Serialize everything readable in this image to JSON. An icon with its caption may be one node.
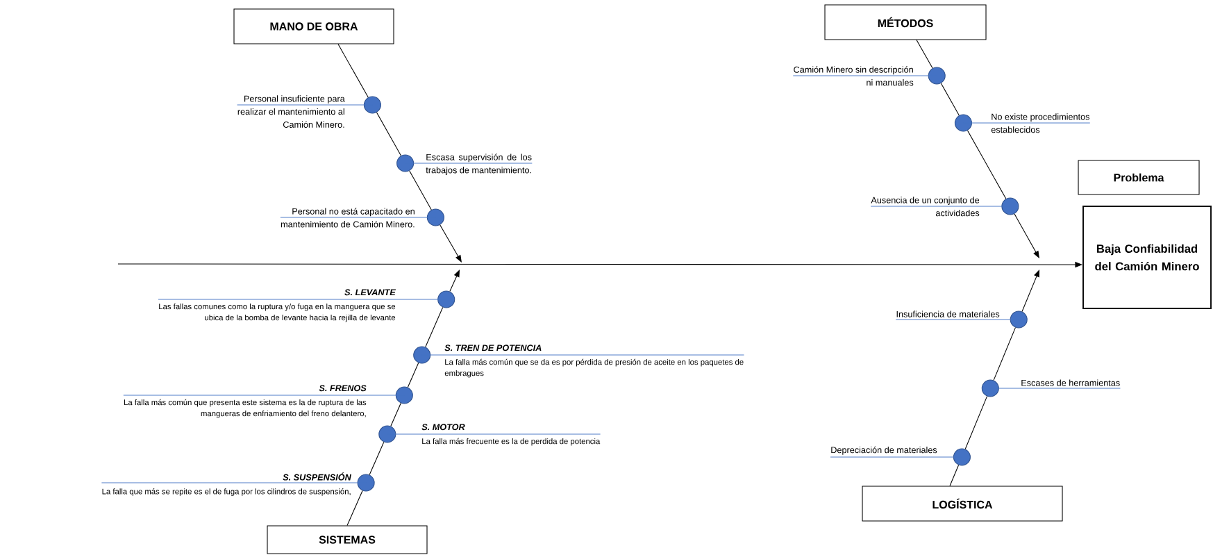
{
  "diagram": {
    "nodes": [
      {
        "text": [
          "MANO DE OBRA"
        ]
      },
      {
        "text": [],
        "shape": "circle"
      },
      {
        "text": [
          "Personal insuficiente para realizar el mantenimiento al Camión Minero."
        ]
      },
      {
        "text": [],
        "shape": "circle"
      },
      {
        "text": [
          "Escasa supervisión de los trabajos de mantenimiento."
        ]
      },
      {
        "text": [],
        "shape": "circle"
      },
      {
        "text": [
          "Personal no está capacitado en mantenimiento de Camión Minero."
        ]
      },
      {
        "text": [
          "MÉTODOS"
        ]
      },
      {
        "text": [],
        "shape": "circle"
      },
      {
        "text": [
          "Camión Minero sin descripción ni manuales"
        ]
      },
      {
        "text": [],
        "shape": "circle"
      },
      {
        "text": [
          "No existe procedimientos establecidos"
        ]
      },
      {
        "text": [],
        "shape": "circle"
      },
      {
        "text": [
          "Ausencia de un conjunto de actividades"
        ]
      },
      {
        "text": [
          "Problema"
        ]
      },
      {
        "text": [
          "Baja Confiabilidad del Camión Minero"
        ]
      },
      {
        "text": [],
        "shape": "circle"
      },
      {
        "text": [
          "S. LEVANTE",
          "Las fallas comunes como la ruptura y/o fuga en la manguera que se ubica de la bomba de levante hacia la rejilla de levante"
        ]
      },
      {
        "text": [],
        "shape": "circle"
      },
      {
        "text": [
          "S. TREN DE POTENCIA",
          "La falla más común que se da es por pérdida de presión de aceite en los paquetes de embragues"
        ]
      },
      {
        "text": [],
        "shape": "circle"
      },
      {
        "text": [
          "S. FRENOS",
          "La falla más común que presenta este sistema es la de ruptura de las mangueras de enfriamiento del freno delantero,"
        ]
      },
      {
        "text": [],
        "shape": "circle"
      },
      {
        "text": [
          "S. MOTOR",
          "La falla más frecuente es la de perdida de potencia"
        ]
      },
      {
        "text": [],
        "shape": "circle"
      },
      {
        "text": [
          "S. SUSPENSIÓN",
          "La falla que más se repite es el de fuga por los cilindros de suspensión,"
        ]
      },
      {
        "text": [
          "SISTEMAS"
        ]
      },
      {
        "text": [],
        "shape": "circle"
      },
      {
        "text": [
          "Insuficiencia de materiales"
        ]
      },
      {
        "text": [],
        "shape": "circle"
      },
      {
        "text": [
          "Escases de herramientas"
        ]
      },
      {
        "text": [],
        "shape": "circle"
      },
      {
        "text": [
          "Depreciación de materiales"
        ]
      },
      {
        "text": [
          "LOGÍSTICA"
        ]
      }
    ],
    "edges": [
      {
        "from": 0,
        "to": 1,
        "arrow": "none"
      },
      {
        "from": 1,
        "to": 3,
        "arrow": "none"
      },
      {
        "from": 3,
        "to": 5,
        "arrow": "none"
      },
      {
        "from": 5,
        "to": null,
        "arrow": "to"
      },
      {
        "from": 7,
        "to": 8,
        "arrow": "none"
      },
      {
        "from": 8,
        "to": 10,
        "arrow": "none"
      },
      {
        "from": 10,
        "to": 12,
        "arrow": "none"
      },
      {
        "from": 12,
        "to": null,
        "arrow": "to"
      },
      {
        "from": 26,
        "to": 24,
        "arrow": "none"
      },
      {
        "from": 24,
        "to": 22,
        "arrow": "none"
      },
      {
        "from": 22,
        "to": 20,
        "arrow": "none"
      },
      {
        "from": 20,
        "to": 18,
        "arrow": "none"
      },
      {
        "from": 18,
        "to": 16,
        "arrow": "none"
      },
      {
        "from": 16,
        "to": null,
        "arrow": "to"
      },
      {
        "from": 33,
        "to": 31,
        "arrow": "none"
      },
      {
        "from": 31,
        "to": 29,
        "arrow": "none"
      },
      {
        "from": 29,
        "to": 27,
        "arrow": "none"
      },
      {
        "from": 27,
        "to": null,
        "arrow": "to"
      },
      {
        "from": null,
        "to": 15,
        "arrow": "to"
      },
      {
        "from": 2,
        "to": 1,
        "arrow": "none",
        "color": "#4472c4"
      },
      {
        "from": 4,
        "to": 3,
        "arrow": "none",
        "color": "#4472c4"
      },
      {
        "from": 6,
        "to": 5,
        "arrow": "none",
        "color": "#4472c4"
      },
      {
        "from": 9,
        "to": 8,
        "arrow": "none",
        "color": "#4472c4"
      },
      {
        "from": 11,
        "to": 10,
        "arrow": "none",
        "color": "#4472c4"
      },
      {
        "from": 13,
        "to": 12,
        "arrow": "none",
        "color": "#4472c4"
      },
      {
        "from": 17,
        "to": 16,
        "arrow": "none",
        "color": "#4472c4"
      },
      {
        "from": 19,
        "to": 18,
        "arrow": "none",
        "color": "#4472c4"
      },
      {
        "from": 21,
        "to": 20,
        "arrow": "none",
        "color": "#4472c4"
      },
      {
        "from": 23,
        "to": 22,
        "arrow": "none",
        "color": "#4472c4"
      },
      {
        "from": 25,
        "to": 24,
        "arrow": "none",
        "color": "#4472c4"
      },
      {
        "from": 28,
        "to": 27,
        "arrow": "none",
        "color": "#4472c4"
      },
      {
        "from": 30,
        "to": 29,
        "arrow": "none",
        "color": "#4472c4"
      },
      {
        "from": 32,
        "to": 31,
        "arrow": "none",
        "color": "#4472c4"
      }
    ]
  }
}
